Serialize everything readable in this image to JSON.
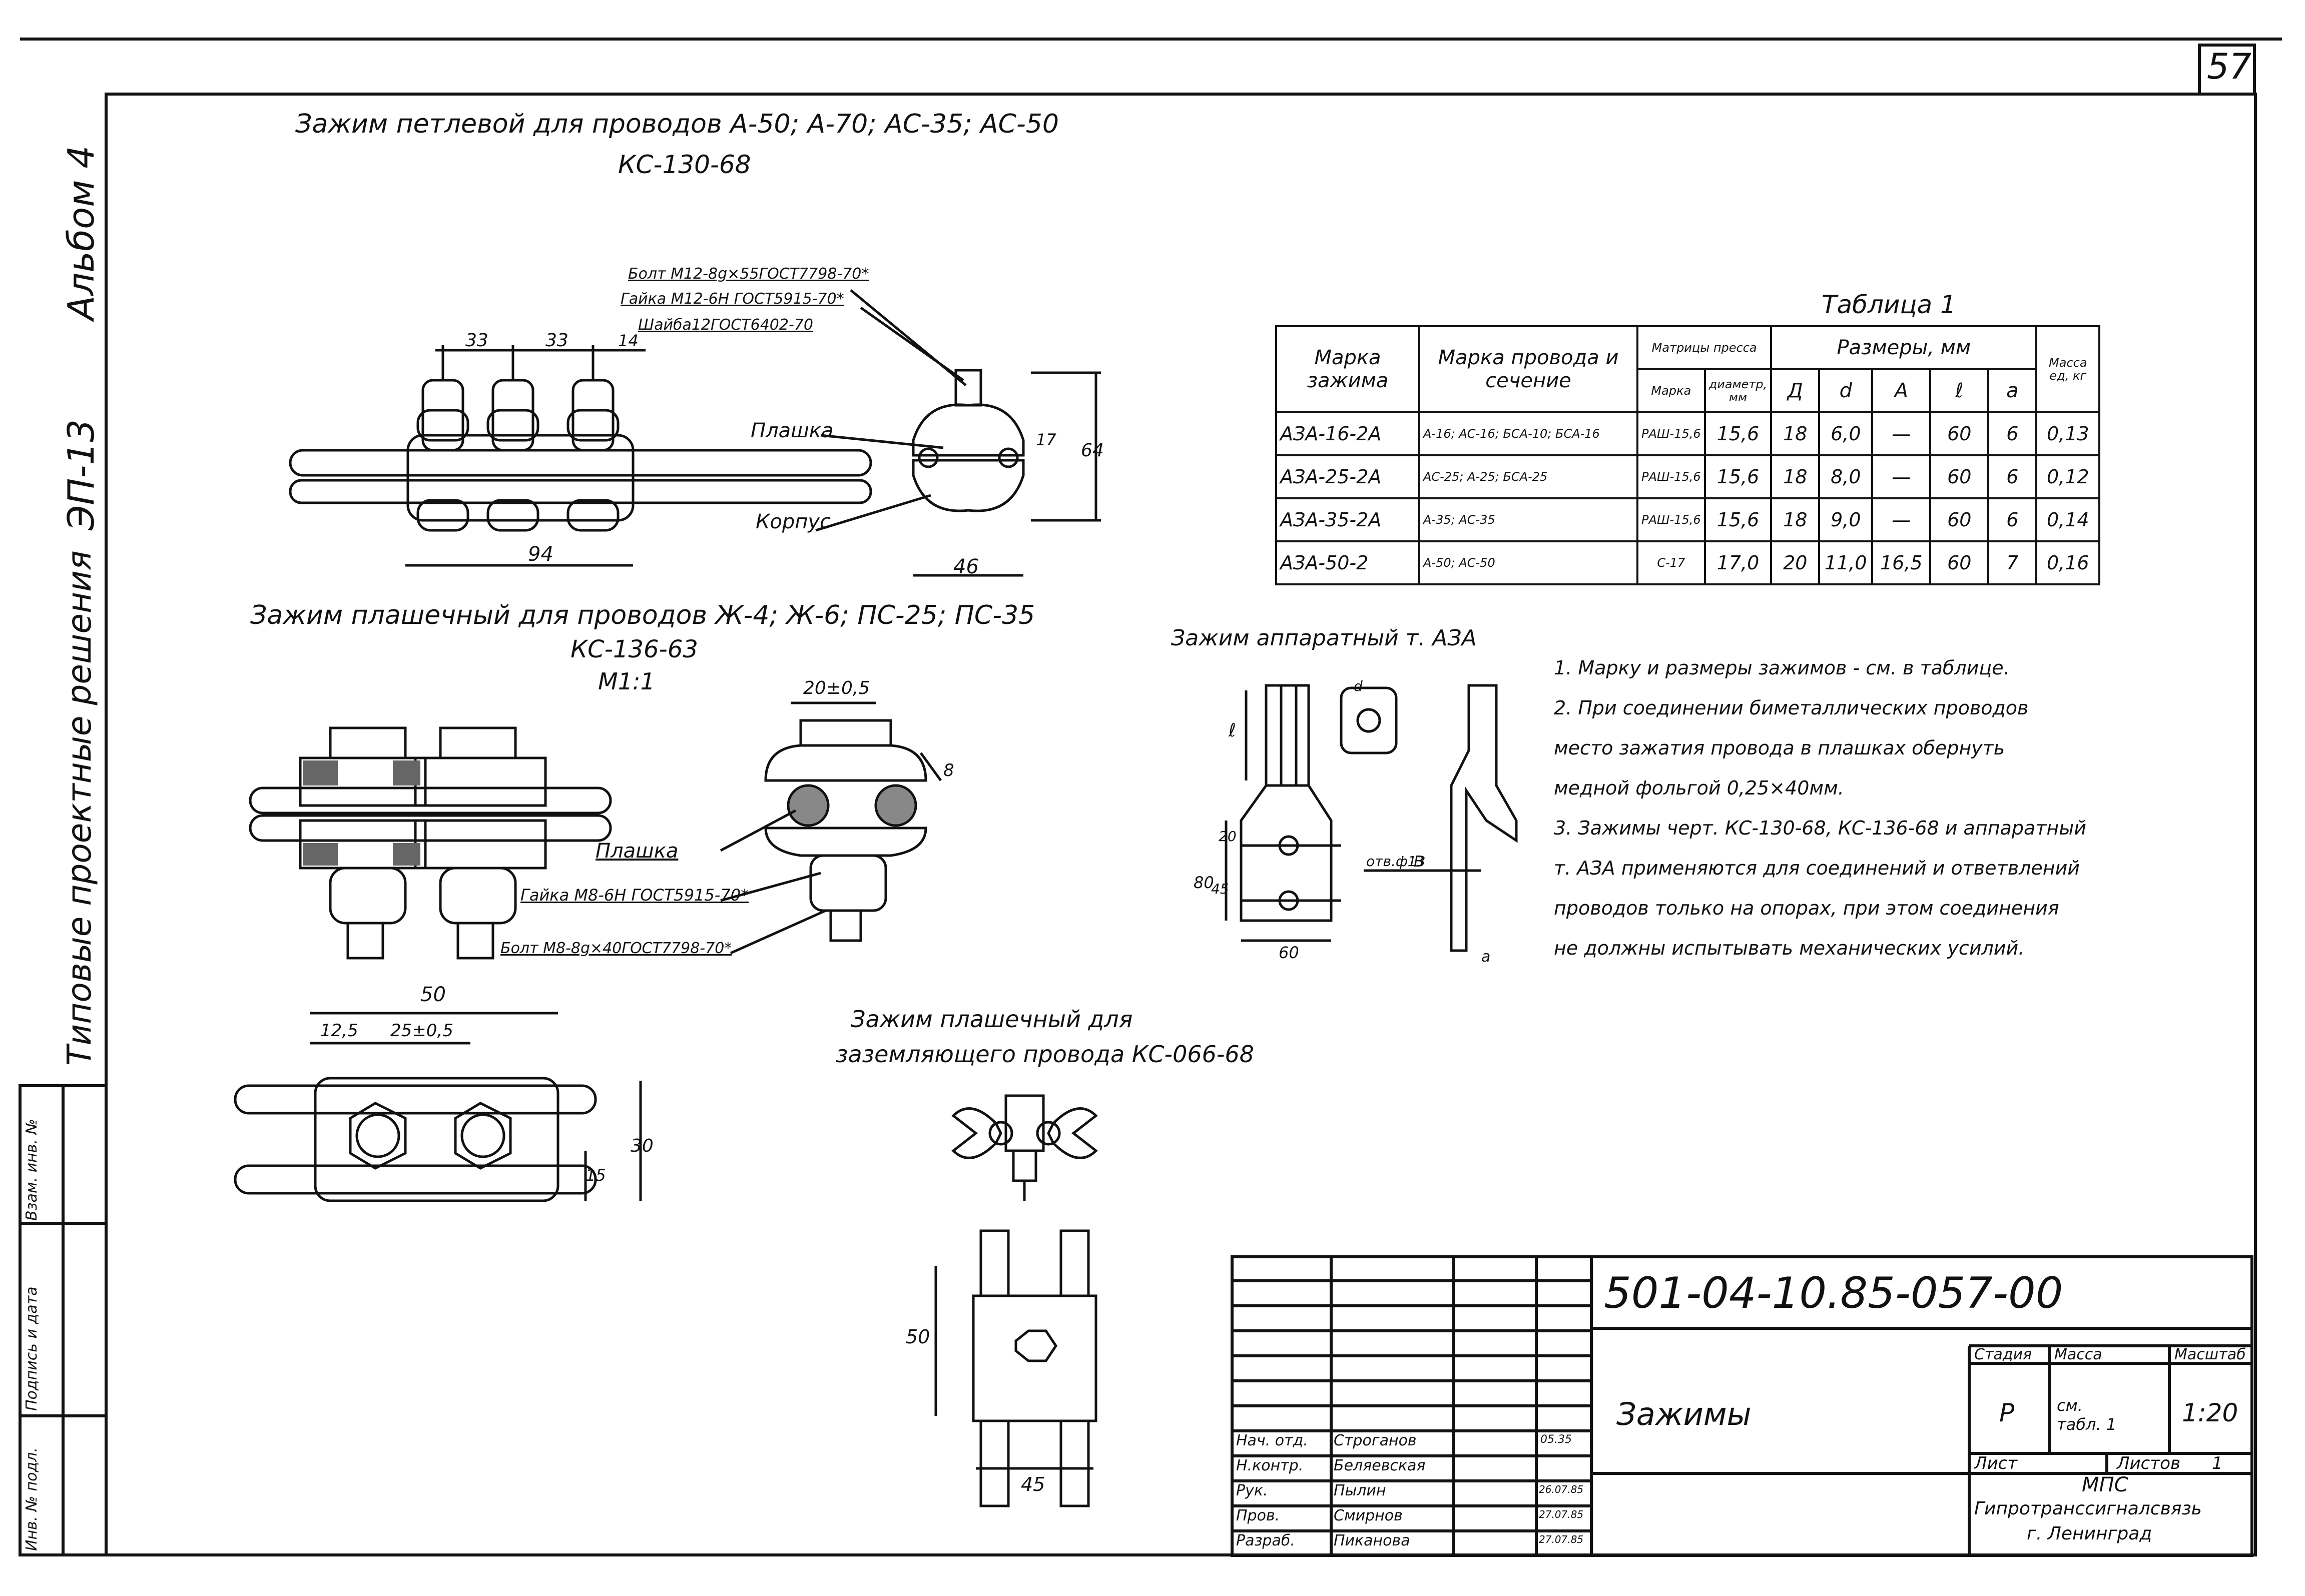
{
  "page_number": "57",
  "side_title": {
    "album": "Альбом 4",
    "series": "ЭП-13",
    "caption": "Типовые проектные решения"
  },
  "side_box": {
    "inv_orig": "Инв. № подл.",
    "sign_date": "Подпись и дата",
    "replace_inv": "Взам. инв. №"
  },
  "loop_clamp": {
    "title": "Зажим петлевой для проводов А-50; А-70; АС-35; АС-50",
    "code": "КС-130-68",
    "bolt": "Болт М12-8g×55ГОСТ7798-70*",
    "nut": "Гайка М12-6Н ГОСТ5915-70*",
    "washer": "Шайба12ГОСТ6402-70",
    "plate_label": "Плашка",
    "body_label": "Корпус",
    "dims": {
      "d1": "33",
      "d2": "33",
      "d3": "14",
      "width": "94",
      "w2": "46",
      "h1": "17",
      "h2": "64"
    }
  },
  "plate_clamp": {
    "title": "Зажим плашечный для проводов Ж-4; Ж-6; ПС-25; ПС-35",
    "code": "КС-136-63",
    "scale": "М1:1",
    "plate_label": "Плашка",
    "nut": "Гайка М8-6Н ГОСТ5915-70*",
    "bolt": "Болт М8-8g×40ГОСТ7798-70*",
    "dims": {
      "top": "20±0,5",
      "side": "8",
      "len": "50",
      "a": "12,5",
      "b": "25±0,5",
      "h1": "15",
      "h2": "30"
    }
  },
  "apparatus_clamp": {
    "title": "Зажим аппаратный т. АЗА",
    "hole_label": "отв.ф13",
    "hole_mark": "В",
    "dims": {
      "l": "ℓ",
      "h80": "80",
      "h45": "45",
      "h20": "20",
      "w60": "60",
      "a": "а",
      "d": "d"
    }
  },
  "ground_clamp": {
    "title_line1": "Зажим плашечный для",
    "title_line2": "заземляющего провода КС-066-68",
    "dims": {
      "h": "50",
      "w": "45"
    }
  },
  "table1": {
    "caption": "Таблица 1",
    "headers": {
      "mark": "Марка зажима",
      "wire": "Марка провода и сечение",
      "matrix": "Матрицы пресса",
      "matrix_mark": "Марка",
      "matrix_dia": "диаметр, мм",
      "sizes": "Размеры, мм",
      "D": "Д",
      "d": "d",
      "A": "А",
      "l": "ℓ",
      "a": "а",
      "mass": "Масса ед, кг"
    },
    "rows": [
      {
        "mark": "АЗА-16-2А",
        "wire": "А-16; АС-16; БСА-10; БСА-16",
        "matrix": "РАШ-15,6",
        "dia": "15,6",
        "D": "18",
        "d": "6,0",
        "A": "—",
        "l": "60",
        "a": "6",
        "mass": "0,13"
      },
      {
        "mark": "АЗА-25-2А",
        "wire": "АС-25; А-25; БСА-25",
        "matrix": "РАШ-15,6",
        "dia": "15,6",
        "D": "18",
        "d": "8,0",
        "A": "—",
        "l": "60",
        "a": "6",
        "mass": "0,12"
      },
      {
        "mark": "АЗА-35-2А",
        "wire": "А-35; АС-35",
        "matrix": "РАШ-15,6",
        "dia": "15,6",
        "D": "18",
        "d": "9,0",
        "A": "—",
        "l": "60",
        "a": "6",
        "mass": "0,14"
      },
      {
        "mark": "АЗА-50-2",
        "wire": "А-50; АС-50",
        "matrix": "С-17",
        "dia": "17,0",
        "D": "20",
        "d": "11,0",
        "A": "16,5",
        "l": "60",
        "a": "7",
        "mass": "0,16"
      }
    ]
  },
  "notes": [
    "1. Марку и размеры зажимов - см. в таблице.",
    "2. При соединении биметаллических проводов",
    "место зажатия провода в плашках обернуть",
    "медной фольгой 0,25×40мм.",
    "3. Зажимы черт. КС-130-68, КС-136-68 и аппаратный",
    "т. АЗА применяются для соединений и ответвлений",
    "проводов только на опорах, при этом соединения",
    "не должны испытывать механических усилий."
  ],
  "stamp": {
    "doc_code": "501-04-10.85-057-00",
    "title": "Зажимы",
    "stage_h": "Стадия",
    "mass_h": "Масса",
    "scale_h": "Масштаб",
    "stage": "Р",
    "mass": "см. табл. 1",
    "scale": "1:20",
    "sheet_h": "Лист",
    "sheets_h": "Листов",
    "sheets": "1",
    "org1": "МПС",
    "org2": "Гипротранссигналсвязь",
    "org3": "г. Ленинград",
    "people": [
      {
        "role": "Нач. отд.",
        "name": "Строганов",
        "date": "05.35"
      },
      {
        "role": "Н.контр.",
        "name": "Беляевская",
        "date": ""
      },
      {
        "role": "Рук.",
        "name": "Пылин",
        "date": "26.07.85"
      },
      {
        "role": "Пров.",
        "name": "Смирнов",
        "date": "27.07.85"
      },
      {
        "role": "Разраб.",
        "name": "Пиканова",
        "date": "27.07.85"
      }
    ]
  }
}
